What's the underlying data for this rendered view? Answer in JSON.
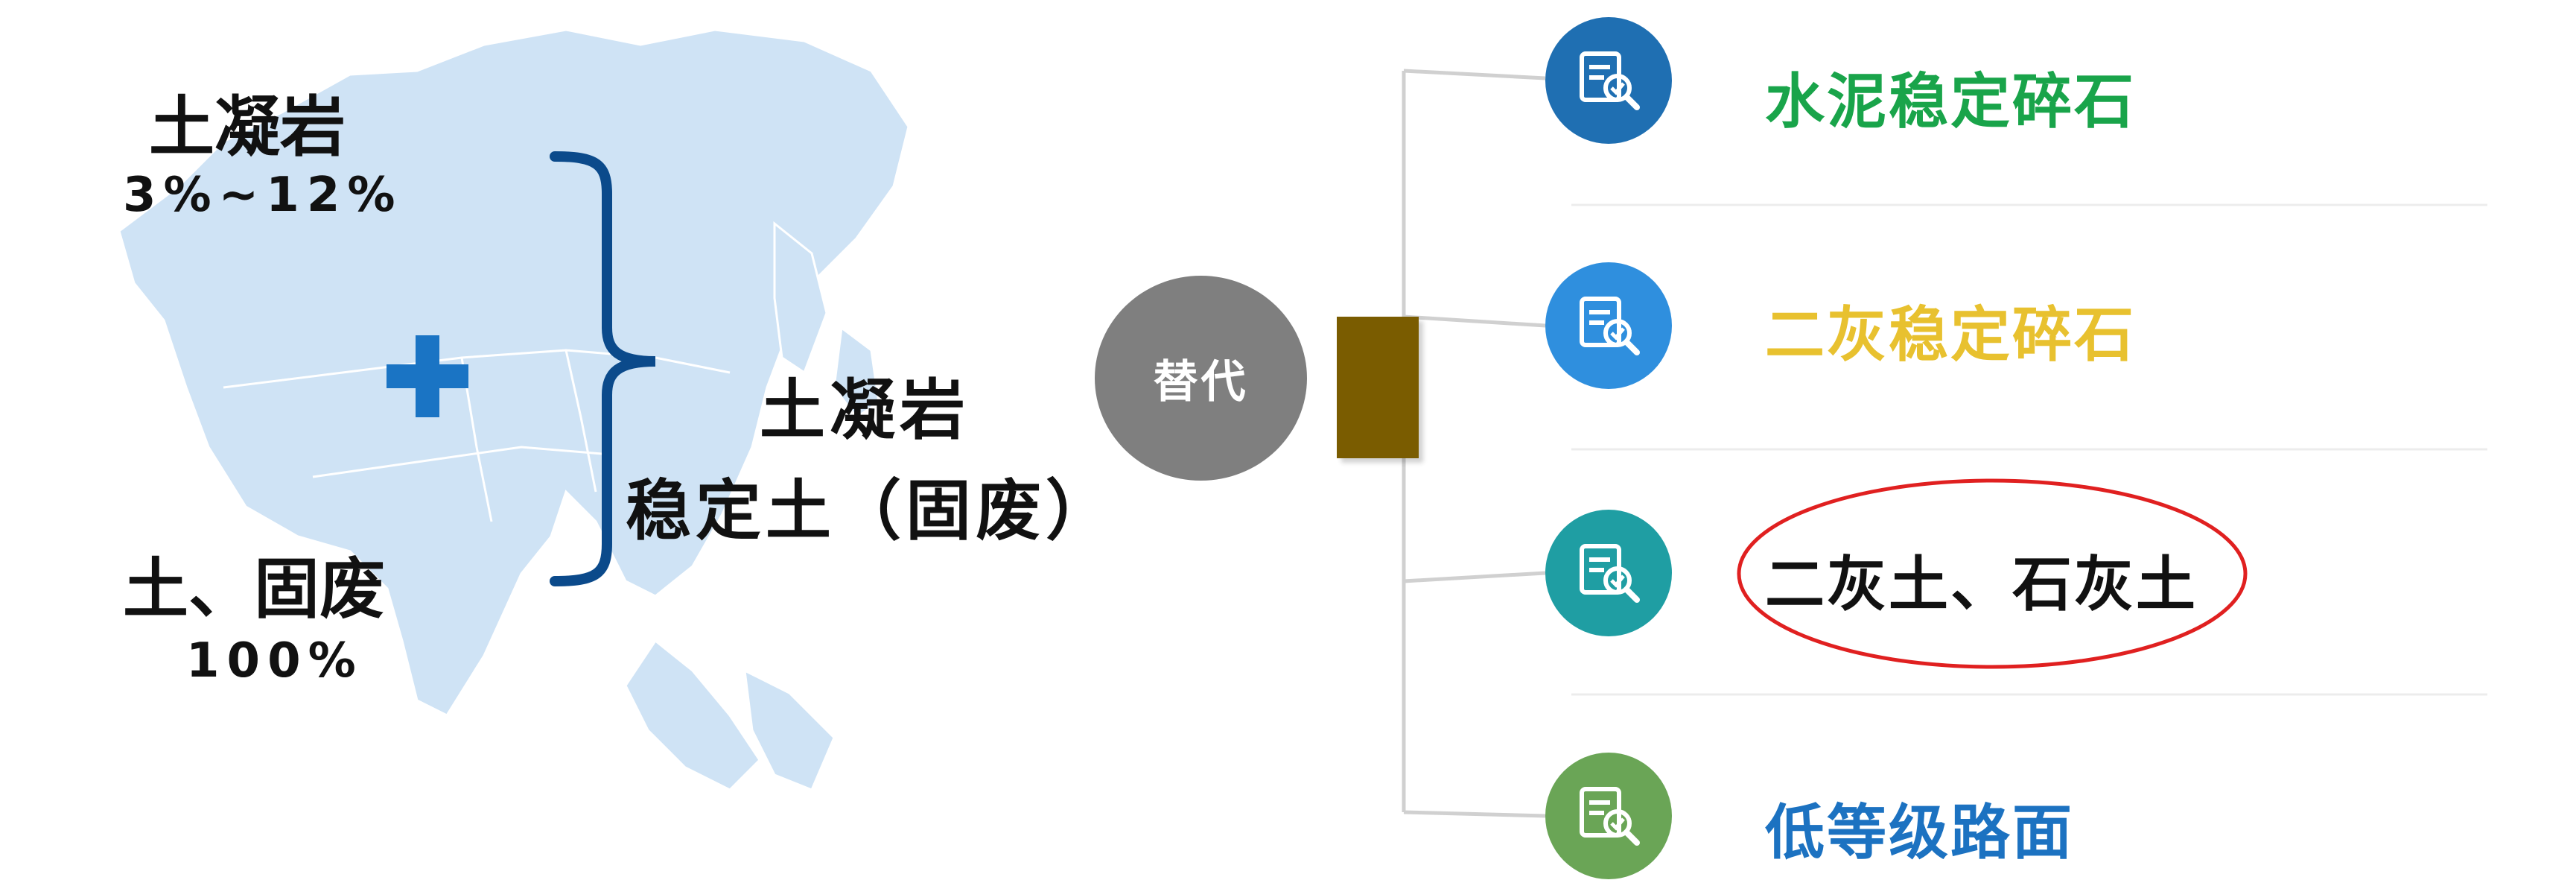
{
  "left_panel": {
    "top_title": "土凝岩",
    "top_range": "3%~12%",
    "bottom_title": "土、固废",
    "bottom_pct": "100%",
    "result_line1": "土凝岩",
    "result_line2": "稳定土（固废）"
  },
  "center": {
    "node_label": "替代"
  },
  "options": [
    {
      "label": "水泥稳定碎石",
      "text_color": "#19a44a",
      "icon_color": "#1f6fb2",
      "icon": "search-document-icon"
    },
    {
      "label": "二灰稳定碎石",
      "text_color": "#e8c12f",
      "icon_color": "#2f8fde",
      "icon": "search-document-icon"
    },
    {
      "label": "二灰土、石灰土",
      "text_color": "#111111",
      "icon_color": "#1f9ea3",
      "icon": "search-document-icon",
      "highlighted": true
    },
    {
      "label": "低等级路面",
      "text_color": "#1c72c1",
      "icon_color": "#6aa556",
      "icon": "search-document-icon"
    }
  ],
  "colors": {
    "map_fill": "#cfe3f5",
    "bracket": "#0b4a8b",
    "plus": "#1a74c4",
    "highlight_ellipse": "#e02020",
    "node": "#7f7f7f",
    "block": "#7a5c00"
  }
}
